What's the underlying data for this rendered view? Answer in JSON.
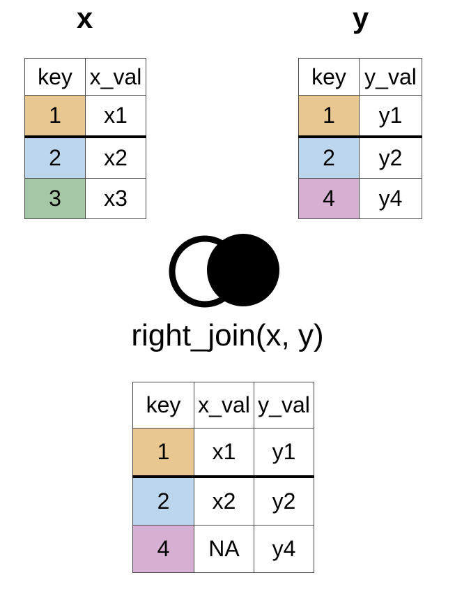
{
  "titles": {
    "x_table": "x",
    "y_table": "y"
  },
  "join": {
    "label": "right_join(x, y)",
    "icon": "venn-right-join",
    "left_circle_fill": "#ffffff",
    "right_circle_fill": "#000000",
    "circle_stroke": "#000000"
  },
  "colors": {
    "key_tan": "#e8c890",
    "key_blue": "#bcd6ee",
    "key_green": "#a6c7a6",
    "key_pink": "#d5b0d2",
    "cell_border": "#4a4a4a",
    "thick_separator": "#000000"
  },
  "table_x": {
    "headers": [
      "key",
      "x_val"
    ],
    "rows": [
      {
        "key": "1",
        "val": "x1",
        "key_color": "#e8c890"
      },
      {
        "key": "2",
        "val": "x2",
        "key_color": "#bcd6ee"
      },
      {
        "key": "3",
        "val": "x3",
        "key_color": "#a6c7a6"
      }
    ]
  },
  "table_y": {
    "headers": [
      "key",
      "y_val"
    ],
    "rows": [
      {
        "key": "1",
        "val": "y1",
        "key_color": "#e8c890"
      },
      {
        "key": "2",
        "val": "y2",
        "key_color": "#bcd6ee"
      },
      {
        "key": "4",
        "val": "y4",
        "key_color": "#d5b0d2"
      }
    ]
  },
  "table_result": {
    "headers": [
      "key",
      "x_val",
      "y_val"
    ],
    "rows": [
      {
        "key": "1",
        "x_val": "x1",
        "y_val": "y1",
        "key_color": "#e8c890"
      },
      {
        "key": "2",
        "x_val": "x2",
        "y_val": "y2",
        "key_color": "#bcd6ee"
      },
      {
        "key": "4",
        "x_val": "NA",
        "y_val": "y4",
        "key_color": "#d5b0d2"
      }
    ]
  }
}
